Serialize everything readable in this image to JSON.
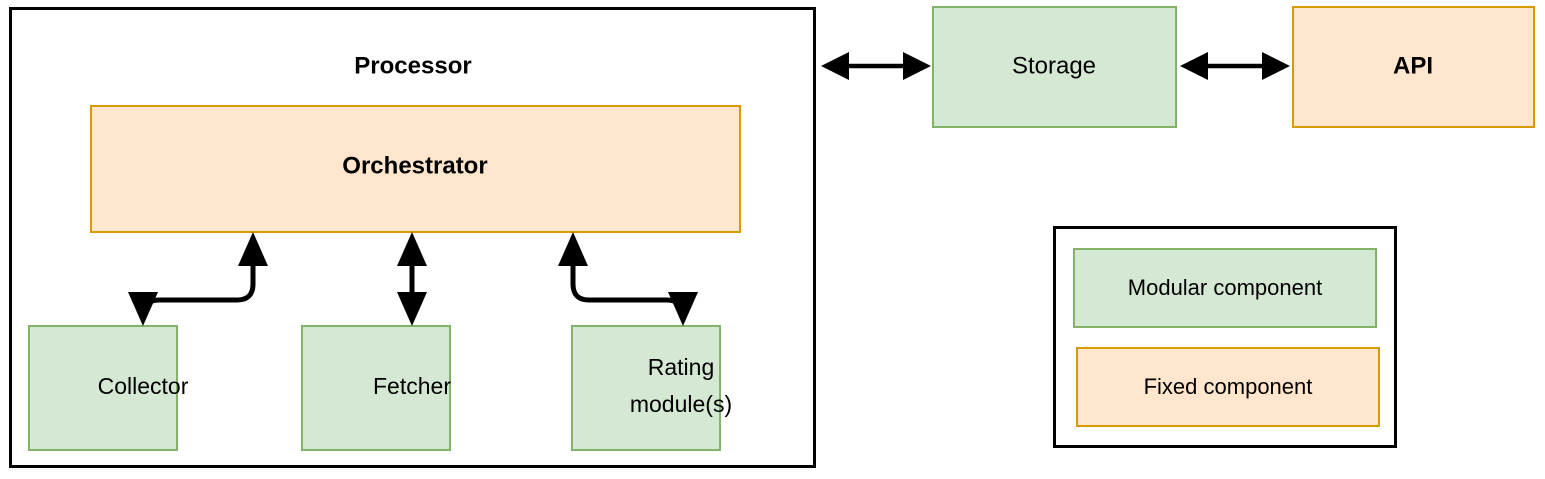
{
  "diagram": {
    "title": "Processor architecture diagram",
    "colors": {
      "modular_fill": "#d5e8d4",
      "modular_stroke": "#82b366",
      "fixed_fill": "#ffe6cc",
      "fixed_stroke": "#d79b00",
      "container_stroke": "#000000",
      "edge_stroke": "#000000",
      "background": "#ffffff"
    },
    "processor_container": {
      "label": "Processor"
    },
    "nodes": {
      "orchestrator": {
        "label": "Orchestrator",
        "kind": "fixed"
      },
      "collector": {
        "label": "Collector",
        "kind": "modular"
      },
      "fetcher": {
        "label": "Fetcher",
        "kind": "modular"
      },
      "rating_module": {
        "label_line1": "Rating",
        "label_line2": "module(s)",
        "kind": "modular"
      },
      "storage": {
        "label": "Storage",
        "kind": "modular"
      },
      "api": {
        "label": "API",
        "kind": "fixed"
      }
    },
    "edges": [
      {
        "id": "processor-storage",
        "from": "Processor",
        "to": "Storage",
        "style": "double-arrow-horizontal"
      },
      {
        "id": "storage-api",
        "from": "Storage",
        "to": "API",
        "style": "double-arrow-horizontal"
      },
      {
        "id": "orchestrator-collector",
        "from": "Orchestrator",
        "to": "Collector",
        "style": "s-curve-bidirectional"
      },
      {
        "id": "orchestrator-fetcher",
        "from": "Orchestrator",
        "to": "Fetcher",
        "style": "double-arrow-vertical"
      },
      {
        "id": "orchestrator-rating",
        "from": "Orchestrator",
        "to": "Rating module(s)",
        "style": "s-curve-bidirectional"
      }
    ],
    "legend": {
      "items": [
        {
          "label": "Modular component",
          "kind": "modular"
        },
        {
          "label": "Fixed component",
          "kind": "fixed"
        }
      ]
    }
  }
}
